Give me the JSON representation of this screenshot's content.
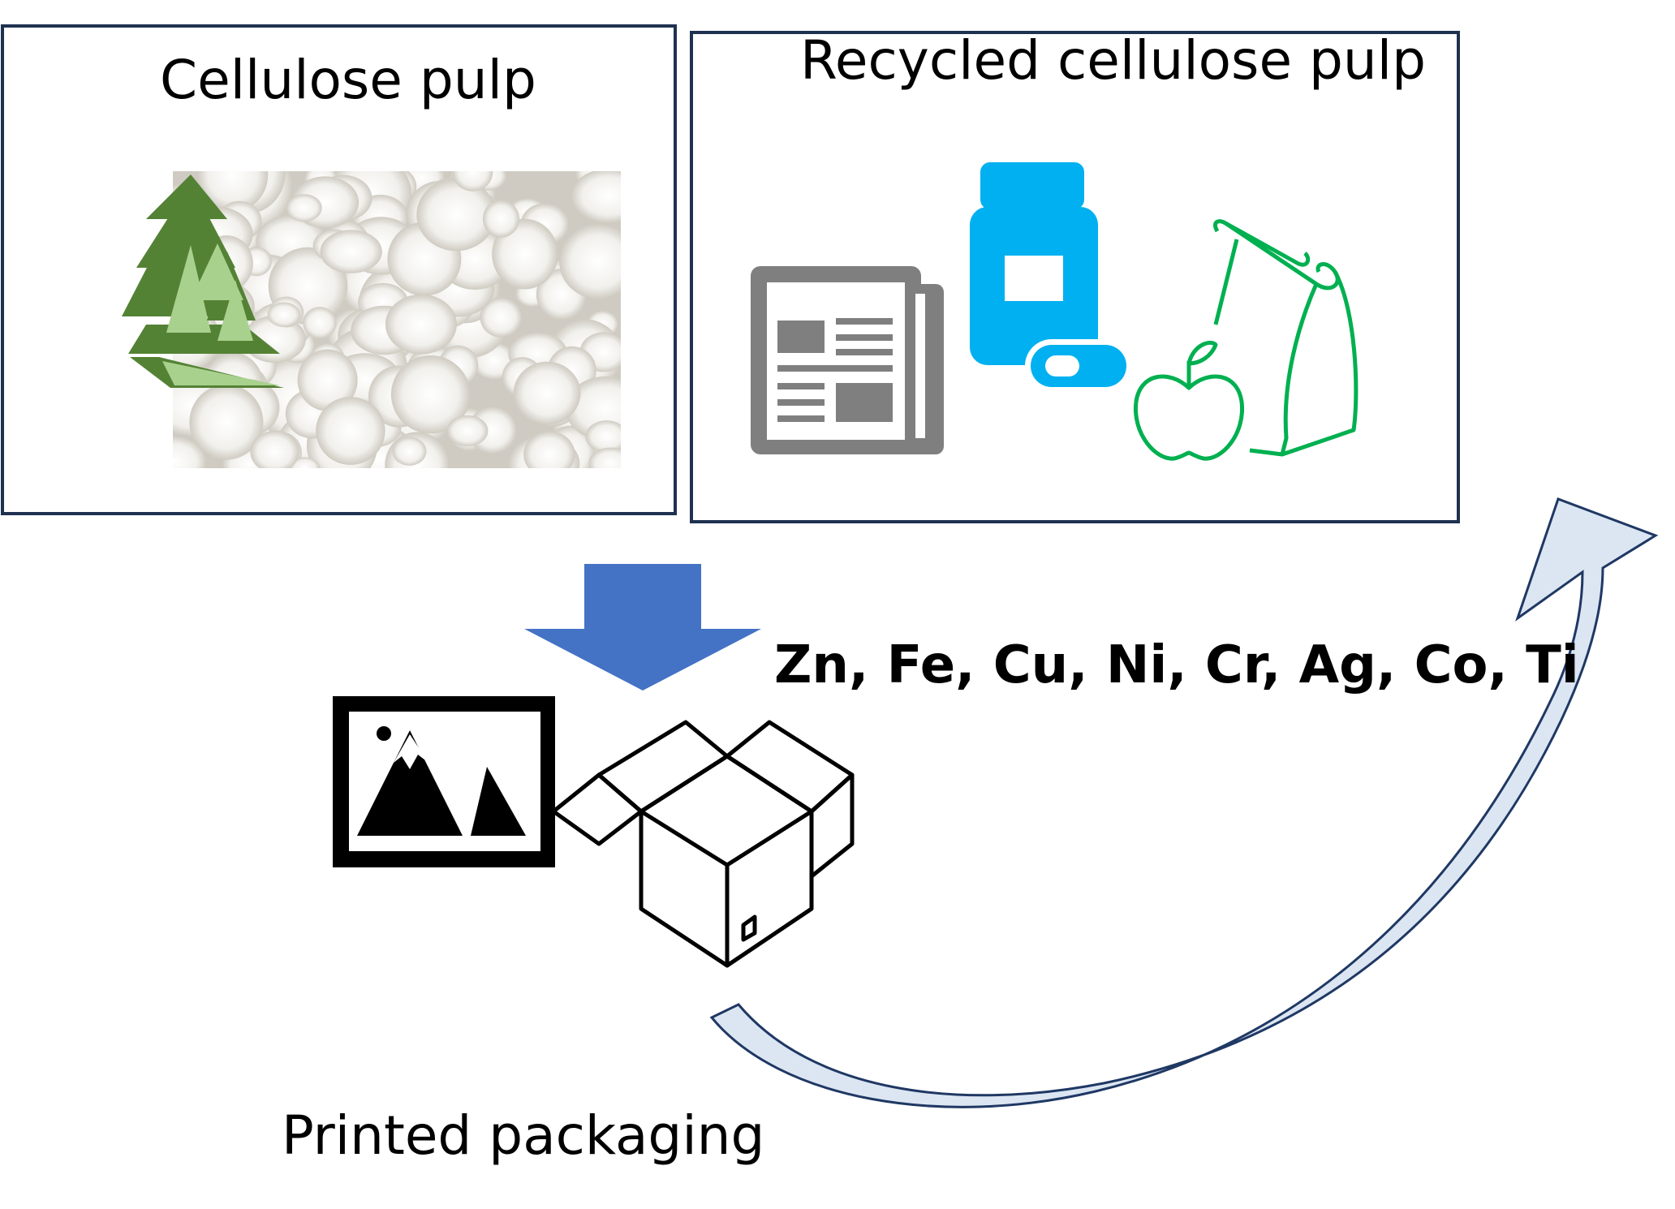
{
  "panels": {
    "virgin": {
      "title": "Cellulose pulp"
    },
    "recycled": {
      "title": "Recycled cellulose pulp"
    }
  },
  "metals_label": "Zn, Fe, Cu, Ni, Cr, Ag, Co, Ti",
  "product_label": "Printed packaging",
  "colors": {
    "panel_border": "#1f3150",
    "down_arrow": "#4472c4",
    "cycle_arrow_fill": "#dce6f2",
    "cycle_arrow_stroke": "#1f3864",
    "tree_dark": "#548235",
    "tree_light": "#a9d18e",
    "newspaper": "#7f7f7f",
    "pill_bottle": "#00b0f0",
    "food_bag": "#00b050"
  },
  "icons": [
    "tree-icon",
    "cellulose-fiber-image",
    "newspaper-icon",
    "pill-bottle-icon",
    "capsule-icon",
    "apple-icon",
    "food-bag-icon",
    "picture-icon",
    "open-box-icon",
    "down-arrow-icon",
    "recycle-arrow-icon"
  ]
}
